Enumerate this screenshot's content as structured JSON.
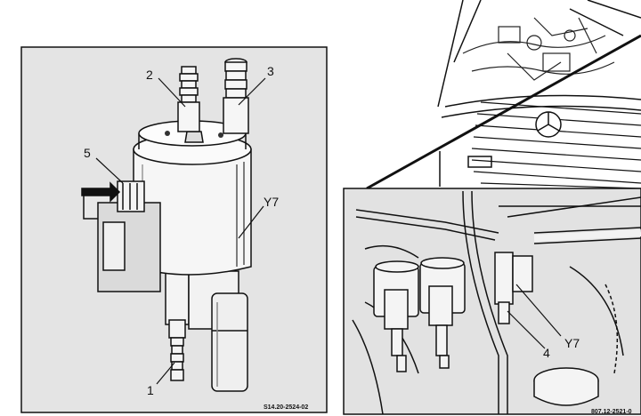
{
  "left_panel": {
    "callouts": {
      "c1": "1",
      "c2": "2",
      "c3": "3",
      "c5": "5",
      "y7": "Y7"
    },
    "figure_ref": "S14.20-2524-02"
  },
  "right_panel": {
    "callouts": {
      "c4": "4",
      "y7": "Y7"
    },
    "figure_ref": "807.12-2521-0"
  },
  "colors": {
    "ink": "#111111",
    "paper": "#ffffff",
    "screen": "#e2e2e2"
  }
}
